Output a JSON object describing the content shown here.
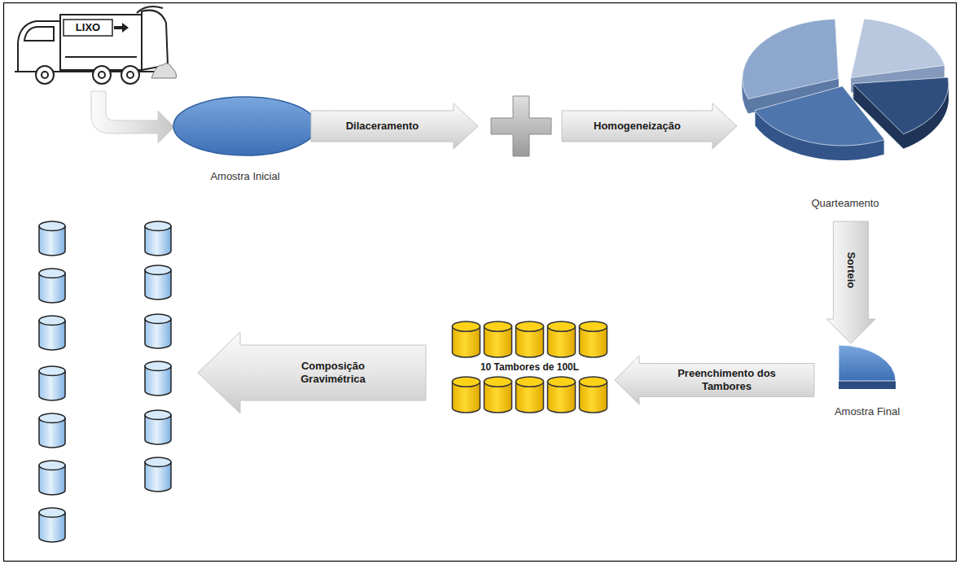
{
  "diagram": {
    "nodes": [
      {
        "text": [
          "Amostra Inicial"
        ]
      },
      {
        "text": [
          "Dilaceramento"
        ]
      },
      {
        "text": [
          "Homogeneização"
        ]
      },
      {
        "text": [
          "Quarteamento"
        ]
      },
      {
        "text": [
          "Sorteio"
        ]
      },
      {
        "text": [
          "Amostra Final"
        ]
      },
      {
        "text": [
          "Preenchimento dos Tambores"
        ]
      },
      {
        "text": [
          "10 Tambores de 100L"
        ]
      },
      {
        "text": [
          "Composição Gravimétrica"
        ]
      }
    ],
    "labels": [
      "LIXO"
    ]
  }
}
